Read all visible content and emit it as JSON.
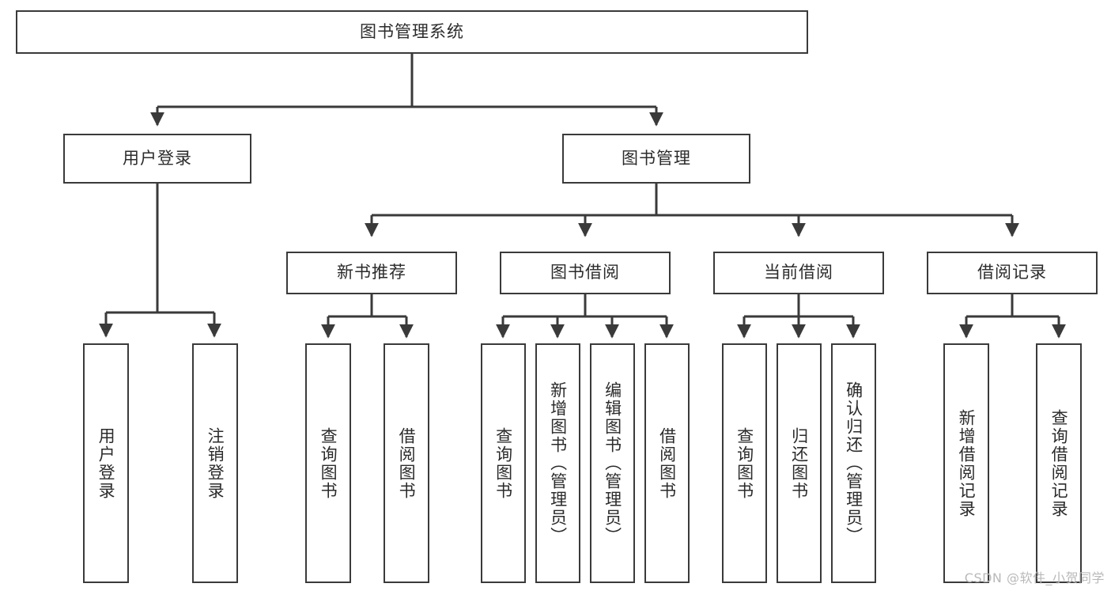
{
  "diagram": {
    "type": "tree",
    "title": "图书管理系统",
    "root": {
      "label": "图书管理系统"
    },
    "level1": [
      {
        "label": "用户登录"
      },
      {
        "label": "图书管理"
      }
    ],
    "level2": [
      {
        "label": "新书推荐"
      },
      {
        "label": "图书借阅"
      },
      {
        "label": "当前借阅"
      },
      {
        "label": "借阅记录"
      }
    ],
    "leaves": {
      "user_login": [
        {
          "label": "用户登录"
        },
        {
          "label": "注销登录"
        }
      ],
      "new_book_recommend": [
        {
          "label": "查询图书"
        },
        {
          "label": "借阅图书"
        }
      ],
      "book_borrow": [
        {
          "label": "查询图书"
        },
        {
          "label": "新增图书（管理员）"
        },
        {
          "label": "编辑图书（管理员）"
        },
        {
          "label": "借阅图书"
        }
      ],
      "current_borrow": [
        {
          "label": "查询图书"
        },
        {
          "label": "归还图书"
        },
        {
          "label": "确认归还（管理员）"
        }
      ],
      "borrow_record": [
        {
          "label": "新增借阅记录"
        },
        {
          "label": "查询借阅记录"
        }
      ]
    }
  },
  "watermark": {
    "text": "CSDN @软件_小贺同学"
  },
  "colors": {
    "stroke": "#3a3a3a",
    "background": "#ffffff",
    "text": "#2b2b2b",
    "watermark": "#b9b9b9"
  }
}
